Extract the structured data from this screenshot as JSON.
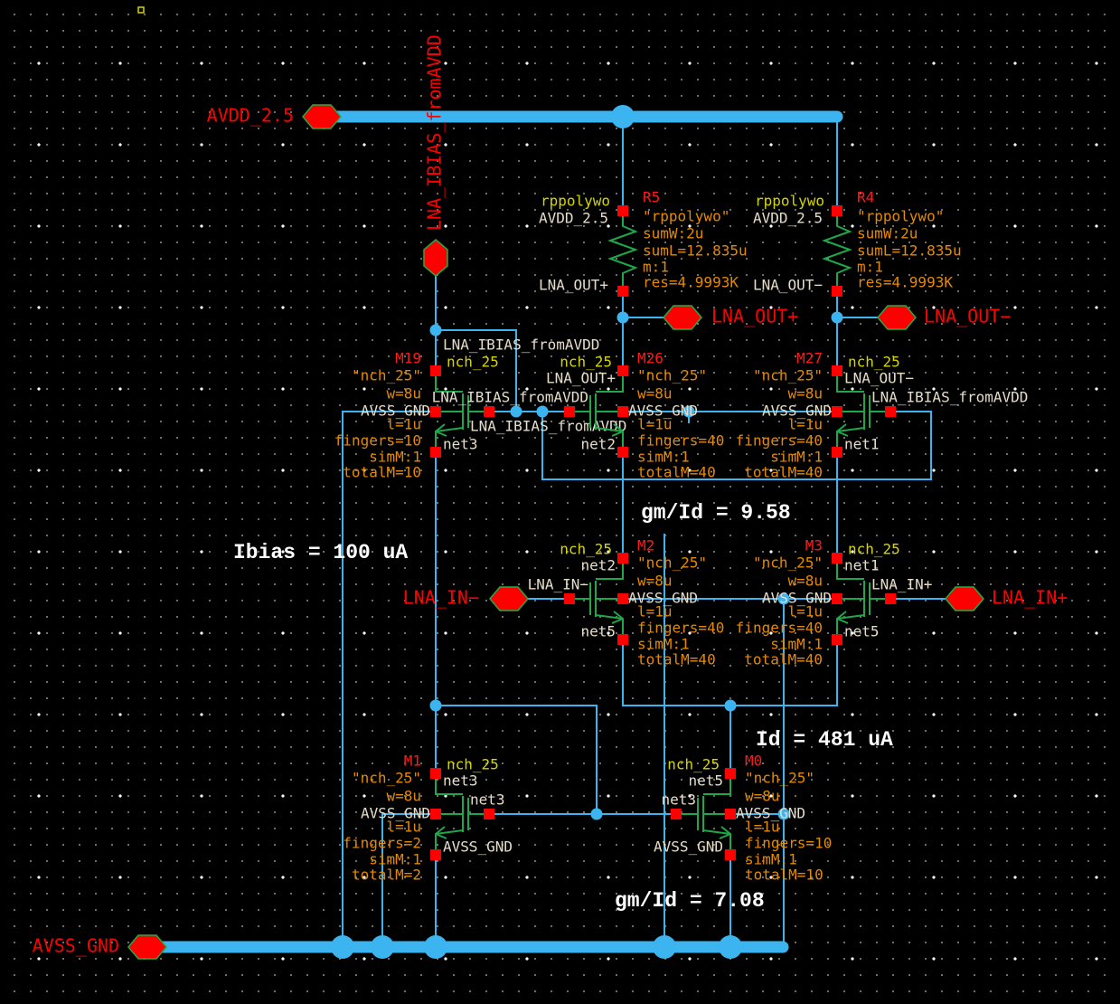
{
  "colors": {
    "background": "#000000",
    "wire": "#3cb4f0",
    "pin": "#ff0000",
    "pin_outline": "#22aa44",
    "instance_name": "#ff1a1a",
    "parameter": "#e58a00",
    "cell_name": "#d4d400",
    "net_label": "#e6dcc8",
    "annotation": "#ffffff",
    "device": "#1fa84a",
    "terminal": "#ff0000"
  },
  "pins": [
    {
      "label": "AVDD_2.5"
    },
    {
      "label": "LNA_IBIAS_fromAVDD"
    },
    {
      "label": "LNA_OUT+"
    },
    {
      "label": "LNA_OUT−"
    },
    {
      "label": "LNA_IN−"
    },
    {
      "label": "LNA_IN+"
    },
    {
      "label": "AVSS_GND"
    }
  ],
  "resistors": [
    {
      "name": "R5",
      "cell": "rppolywo",
      "params": [
        "\"rppolywo\"",
        "sumW:2u",
        "sumL=12.835u",
        "m:1",
        "res=4.9993K"
      ],
      "nets": {
        "plus": "AVDD_2.5",
        "minus": "LNA_OUT+"
      }
    },
    {
      "name": "R4",
      "cell": "rppolywo",
      "params": [
        "\"rppolywo\"",
        "sumW:2u",
        "sumL=12.835u",
        "m:1",
        "res=4.9993K"
      ],
      "nets": {
        "plus": "AVDD_2.5",
        "minus": "LNA_OUT−"
      }
    }
  ],
  "transistors": [
    {
      "name": "M19",
      "cell": "nch_25",
      "params": [
        "\"nch_25\"",
        "w=8u",
        "l=1u",
        "fingers=10",
        "simM:1",
        "totalM=10"
      ],
      "nets": {
        "drain": "LNA_IBIAS_fromAVDD",
        "gate": "LNA_IBIAS_fromAVDD",
        "source": "net3",
        "bulk": "AVSS_GND"
      }
    },
    {
      "name": "M26",
      "cell": "nch_25",
      "params": [
        "\"nch_25\"",
        "w=8u",
        "l=1u",
        "fingers=40",
        "simM:1",
        "totalM=40"
      ],
      "nets": {
        "drain": "LNA_OUT+",
        "gate": "LNA_IBIAS_fromAVDD",
        "source": "net2",
        "bulk": "AVSS_GND"
      }
    },
    {
      "name": "M27",
      "cell": "nch_25",
      "params": [
        "\"nch_25\"",
        "w=8u",
        "l=1u",
        "fingers=40",
        "simM:1",
        "totalM=40"
      ],
      "nets": {
        "drain": "LNA_OUT−",
        "gate": "LNA_IBIAS_fromAVDD",
        "source": "net1",
        "bulk": "AVSS_GND"
      }
    },
    {
      "name": "M2",
      "cell": "nch_25",
      "params": [
        "\"nch_25\"",
        "w=8u",
        "l=1u",
        "fingers=40",
        "simM:1",
        "totalM=40"
      ],
      "nets": {
        "drain": "net2",
        "gate": "LNA_IN−",
        "source": "net5",
        "bulk": "AVSS_GND"
      }
    },
    {
      "name": "M3",
      "cell": "nch_25",
      "params": [
        "\"nch_25\"",
        "w=8u",
        "l=1u",
        "fingers=40",
        "simM:1",
        "totalM=40"
      ],
      "nets": {
        "drain": "net1",
        "gate": "LNA_IN+",
        "source": "net5",
        "bulk": "AVSS_GND"
      }
    },
    {
      "name": "M1",
      "cell": "nch_25",
      "params": [
        "\"nch_25\"",
        "w=8u",
        "l=1u",
        "fingers=2",
        "simM:1",
        "totalM=2"
      ],
      "nets": {
        "drain": "net3",
        "gate": "net3",
        "source": "AVSS_GND",
        "bulk": "AVSS_GND"
      }
    },
    {
      "name": "M0",
      "cell": "nch_25",
      "params": [
        "\"nch_25\"",
        "w=8u",
        "l=1u",
        "fingers=10",
        "simM:1",
        "totalM=10"
      ],
      "nets": {
        "drain": "net5",
        "gate": "net3",
        "source": "AVSS_GND",
        "bulk": "AVSS_GND"
      }
    }
  ],
  "annotations": [
    "gm/Id = 9.58",
    "Ibias = 100 uA",
    "Id = 481 uA",
    "gm/Id = 7.08"
  ]
}
